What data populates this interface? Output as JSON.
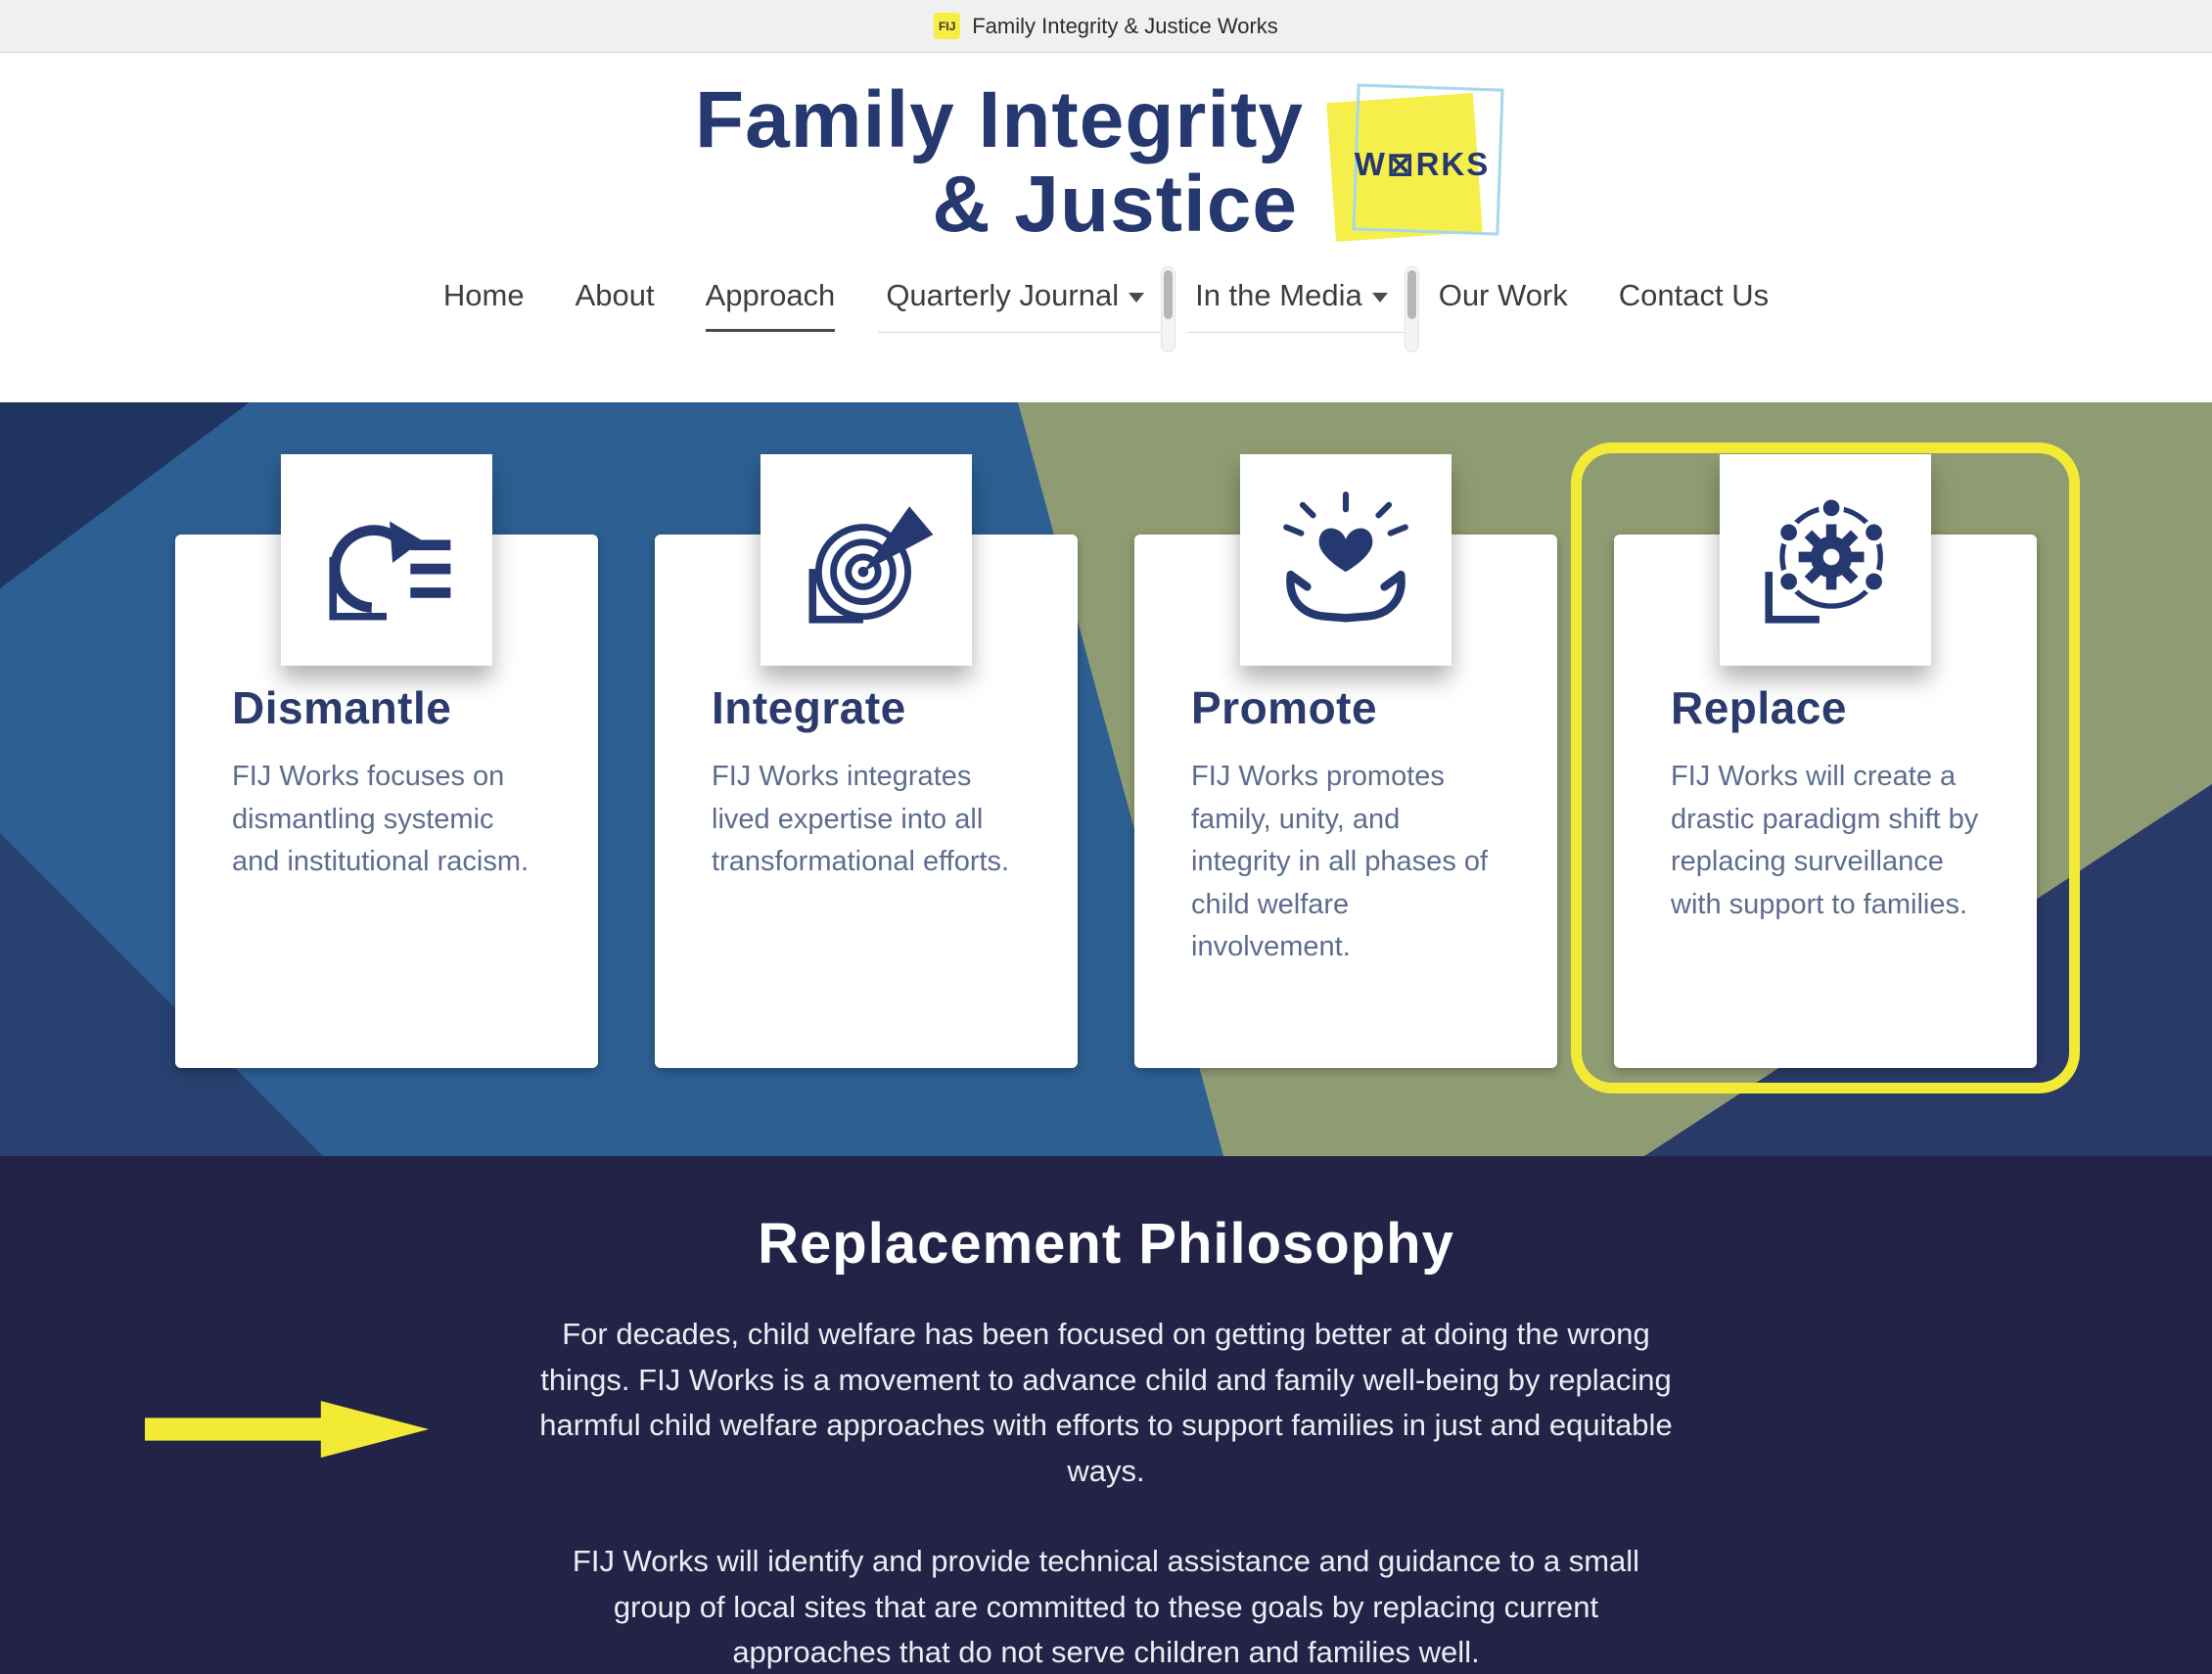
{
  "browser": {
    "tab_title": "Family Integrity & Justice Works",
    "favicon": "FIJ"
  },
  "header": {
    "logo_line1": "Family Integrity",
    "logo_line2": "& Justice",
    "works_badge": "W⊠RKS"
  },
  "nav": {
    "items": [
      {
        "label": "Home",
        "active": false,
        "dropdown": false
      },
      {
        "label": "About",
        "active": false,
        "dropdown": false
      },
      {
        "label": "Approach",
        "active": true,
        "dropdown": false
      },
      {
        "label": "Quarterly Journal",
        "active": false,
        "dropdown": true
      },
      {
        "label": "In the Media",
        "active": false,
        "dropdown": true
      },
      {
        "label": "Our Work",
        "active": false,
        "dropdown": false
      },
      {
        "label": "Contact Us",
        "active": false,
        "dropdown": false
      }
    ]
  },
  "cards": [
    {
      "title": "Dismantle",
      "body": "FIJ Works focuses on dismantling systemic and institutional racism.",
      "icon": "cycle-list-icon",
      "highlighted": false
    },
    {
      "title": "Integrate",
      "body": "FIJ Works integrates lived expertise into all transformational efforts.",
      "icon": "target-dart-icon",
      "highlighted": false
    },
    {
      "title": "Promote",
      "body": "FIJ Works promotes family, unity, and integrity in all phases of child welfare involvement.",
      "icon": "hands-heart-icon",
      "highlighted": false
    },
    {
      "title": "Replace",
      "body": "FIJ Works will create a drastic paradigm shift by replacing surveillance with support to families.",
      "icon": "gear-network-icon",
      "highlighted": true
    }
  ],
  "philosophy": {
    "title": "Replacement Philosophy",
    "paragraphs": [
      "For decades, child welfare has been focused on getting better at doing the wrong things. FIJ Works is a movement to advance child and family well-being by replacing harmful child welfare approaches with efforts to support families in just and equitable ways.",
      "FIJ Works will identify and provide technical assistance and guidance to a small group of local sites that are committed to these goals by replacing current approaches that do not serve children and families well."
    ]
  },
  "colors": {
    "navy": "#25386f",
    "hero_blue": "#2d5f92",
    "olive": "#8f9c73",
    "dark_section": "#232347",
    "highlight_yellow": "#f2ea35",
    "works_yellow": "#f6ef4b",
    "works_blue_border": "#a6d7ec",
    "card_body_text": "#5d6c8f"
  }
}
